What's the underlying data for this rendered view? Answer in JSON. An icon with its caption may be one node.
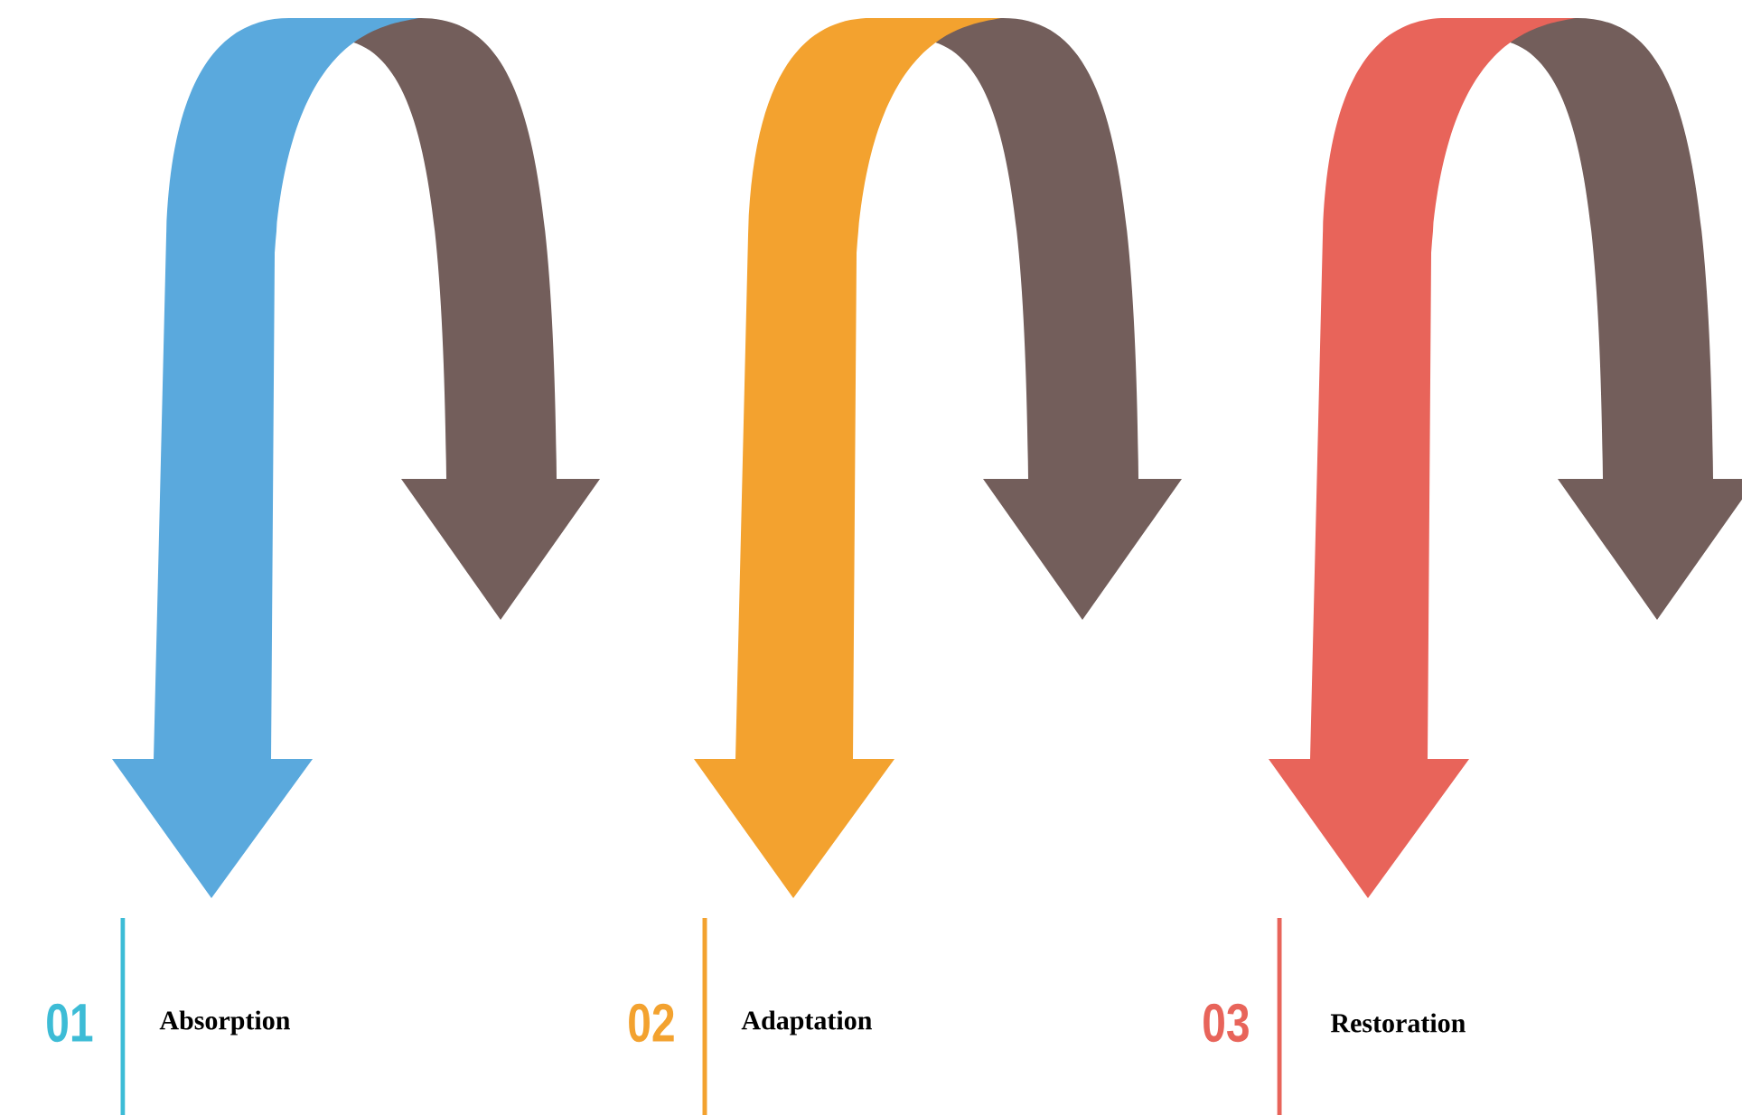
{
  "diagram": {
    "labels": [
      "01",
      "Absorption",
      "02",
      "Adaptation",
      "03",
      "Restoration"
    ]
  }
}
